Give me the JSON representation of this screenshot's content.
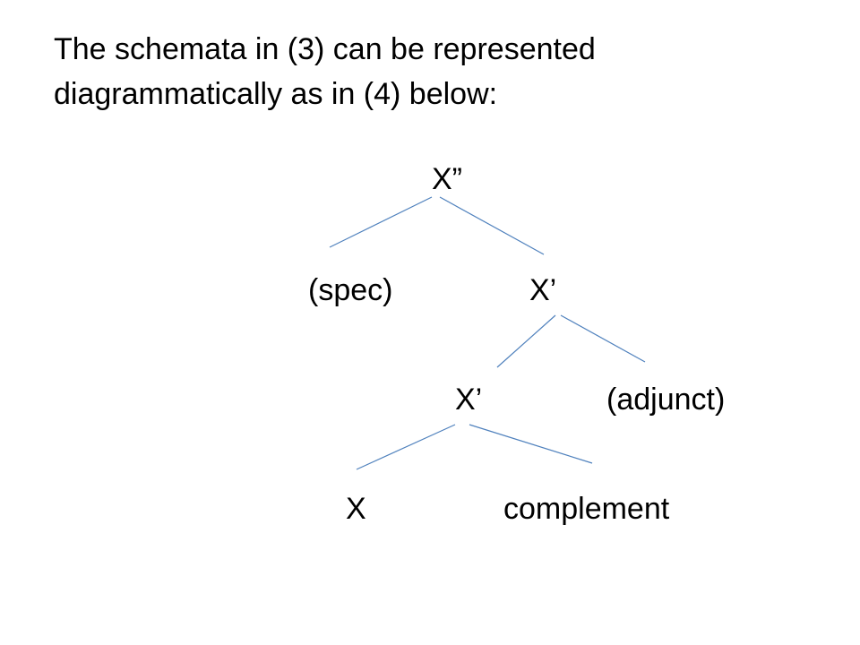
{
  "caption": {
    "line1": "The schemata in (3) can be represented",
    "line2": "diagrammatically as in (4) below:"
  },
  "tree": {
    "nodes": {
      "root": "X”",
      "spec": "(spec)",
      "xbar_upper": "X’",
      "xbar_lower": "X’",
      "adjunct": "(adjunct)",
      "head": "X",
      "complement": "complement"
    },
    "edges": [
      {
        "from": "root",
        "to": "spec"
      },
      {
        "from": "root",
        "to": "xbar_upper"
      },
      {
        "from": "xbar_upper",
        "to": "xbar_lower"
      },
      {
        "from": "xbar_upper",
        "to": "adjunct"
      },
      {
        "from": "xbar_lower",
        "to": "head"
      },
      {
        "from": "xbar_lower",
        "to": "complement"
      }
    ],
    "edge_color": "#4f81bd"
  }
}
